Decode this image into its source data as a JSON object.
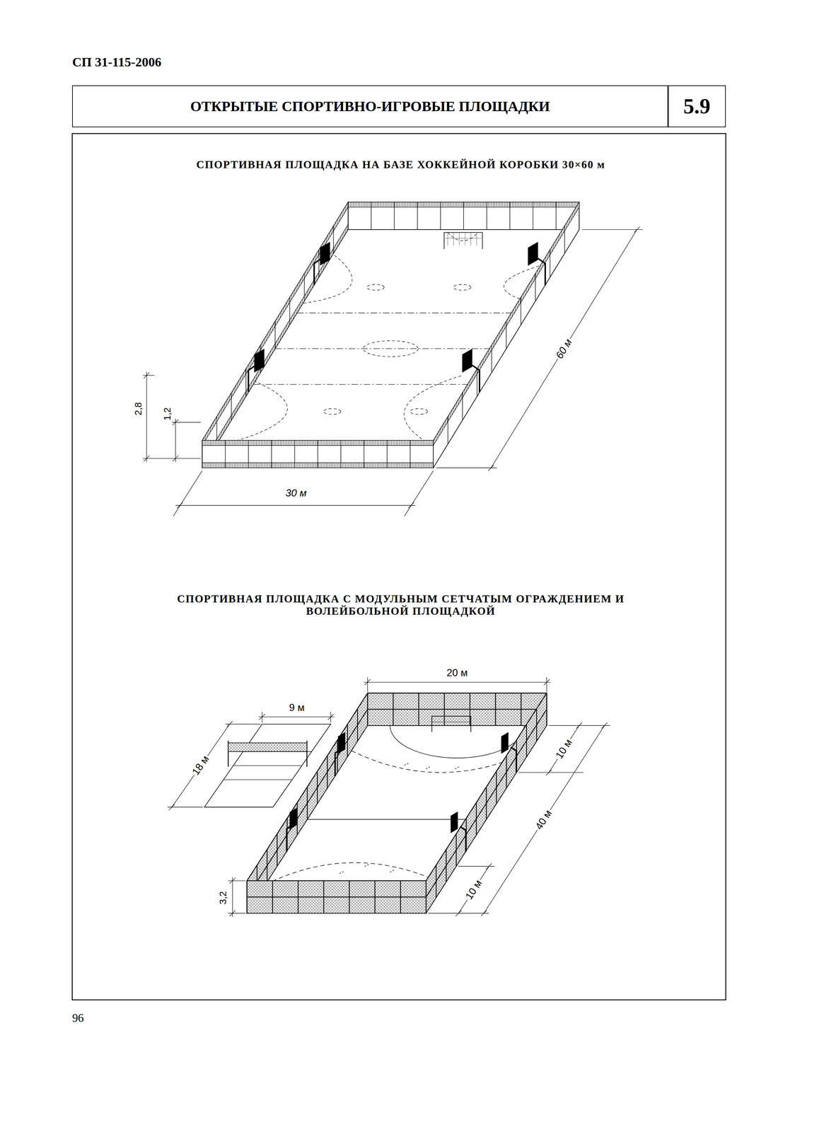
{
  "diagram": {
    "nodes": [
      {
        "text": [
          "ОТКРЫТЫЕ СПОРТИВНО-ИГРОВЫЕ ПЛОЩАДКИ"
        ]
      },
      {
        "text": [
          "5.9"
        ]
      }
    ],
    "labels": [
      "СП 31-115-2006",
      "СПОРТИВНАЯ ПЛОЩАДКА НА БАЗЕ ХОККЕЙНОЙ КОРОБКИ 30×60 м",
      "2,8",
      "1,2",
      "60 м",
      "30 м",
      "СПОРТИВНАЯ ПЛОЩАДКА С МОДУЛЬНЫМ СЕТЧАТЫМ ОГРАЖДЕНИЕМ И ВОЛЕЙБОЛЬНОЙ ПЛОЩАДКОЙ",
      "20 м",
      "9 м",
      "18 м",
      "10 м",
      "40 м",
      "3,2",
      "10 м",
      "96"
    ]
  }
}
